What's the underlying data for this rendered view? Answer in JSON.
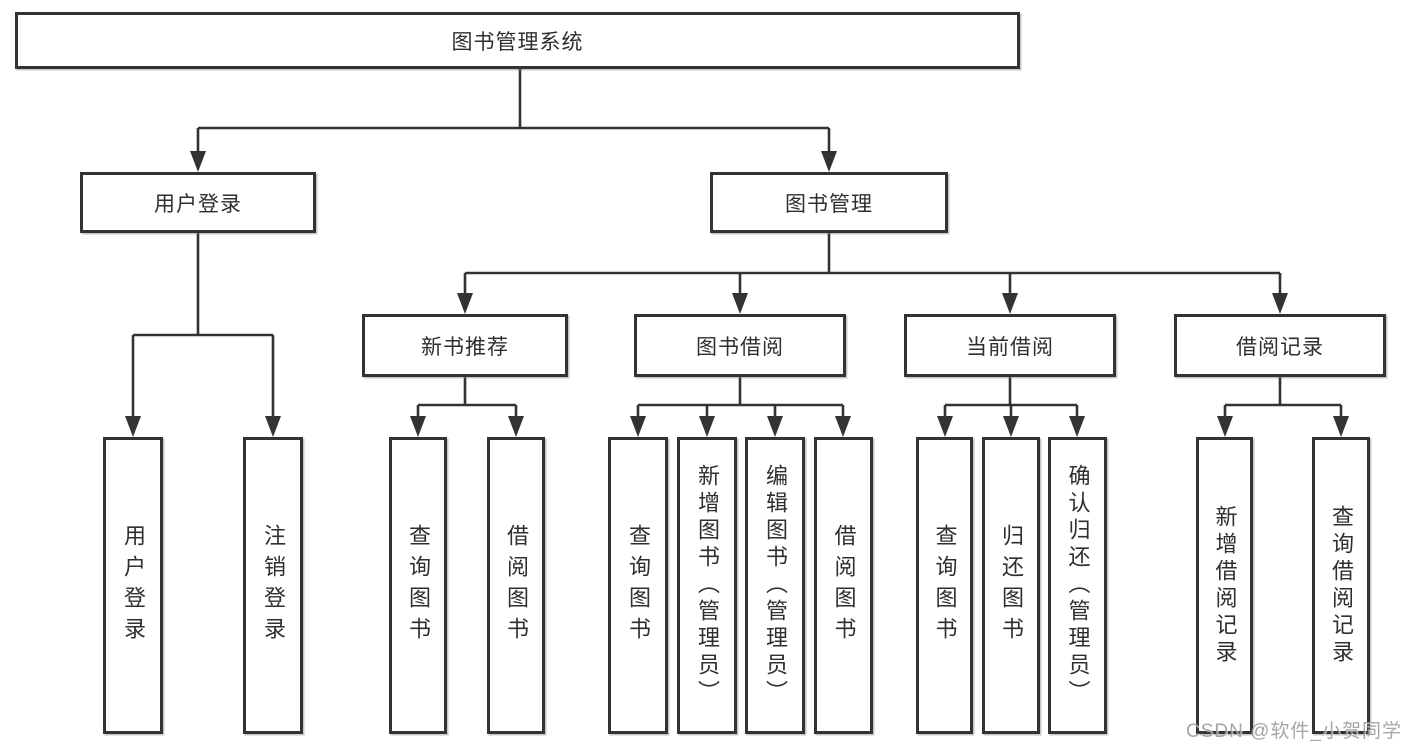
{
  "root": {
    "label": "图书管理系统"
  },
  "level2": {
    "user_login": {
      "label": "用户登录"
    },
    "book_mgmt": {
      "label": "图书管理"
    }
  },
  "level3": {
    "new_book_rec": {
      "label": "新书推荐"
    },
    "book_borrow": {
      "label": "图书借阅"
    },
    "current_borrow": {
      "label": "当前借阅"
    },
    "borrow_records": {
      "label": "借阅记录"
    }
  },
  "leaves": {
    "user_login": "用户登录",
    "user_logout": "注销登录",
    "newbook_query": "查询图书",
    "newbook_borrow": "借阅图书",
    "borrow_query": "查询图书",
    "borrow_add": "新增图书（管理员）",
    "borrow_edit": "编辑图书（管理员）",
    "borrow_borrow": "借阅图书",
    "current_query": "查询图书",
    "current_return": "归还图书",
    "current_confirm": "确认归还（管理员）",
    "records_add": "新增借阅记录",
    "records_query": "查询借阅记录"
  },
  "watermark": "CSDN @软件_小贺同学",
  "colors": {
    "line": "#333333",
    "text": "#2f2f2f",
    "box_background": "#ffffff",
    "watermark_text": "#969696",
    "page_background": "#ffffff"
  }
}
